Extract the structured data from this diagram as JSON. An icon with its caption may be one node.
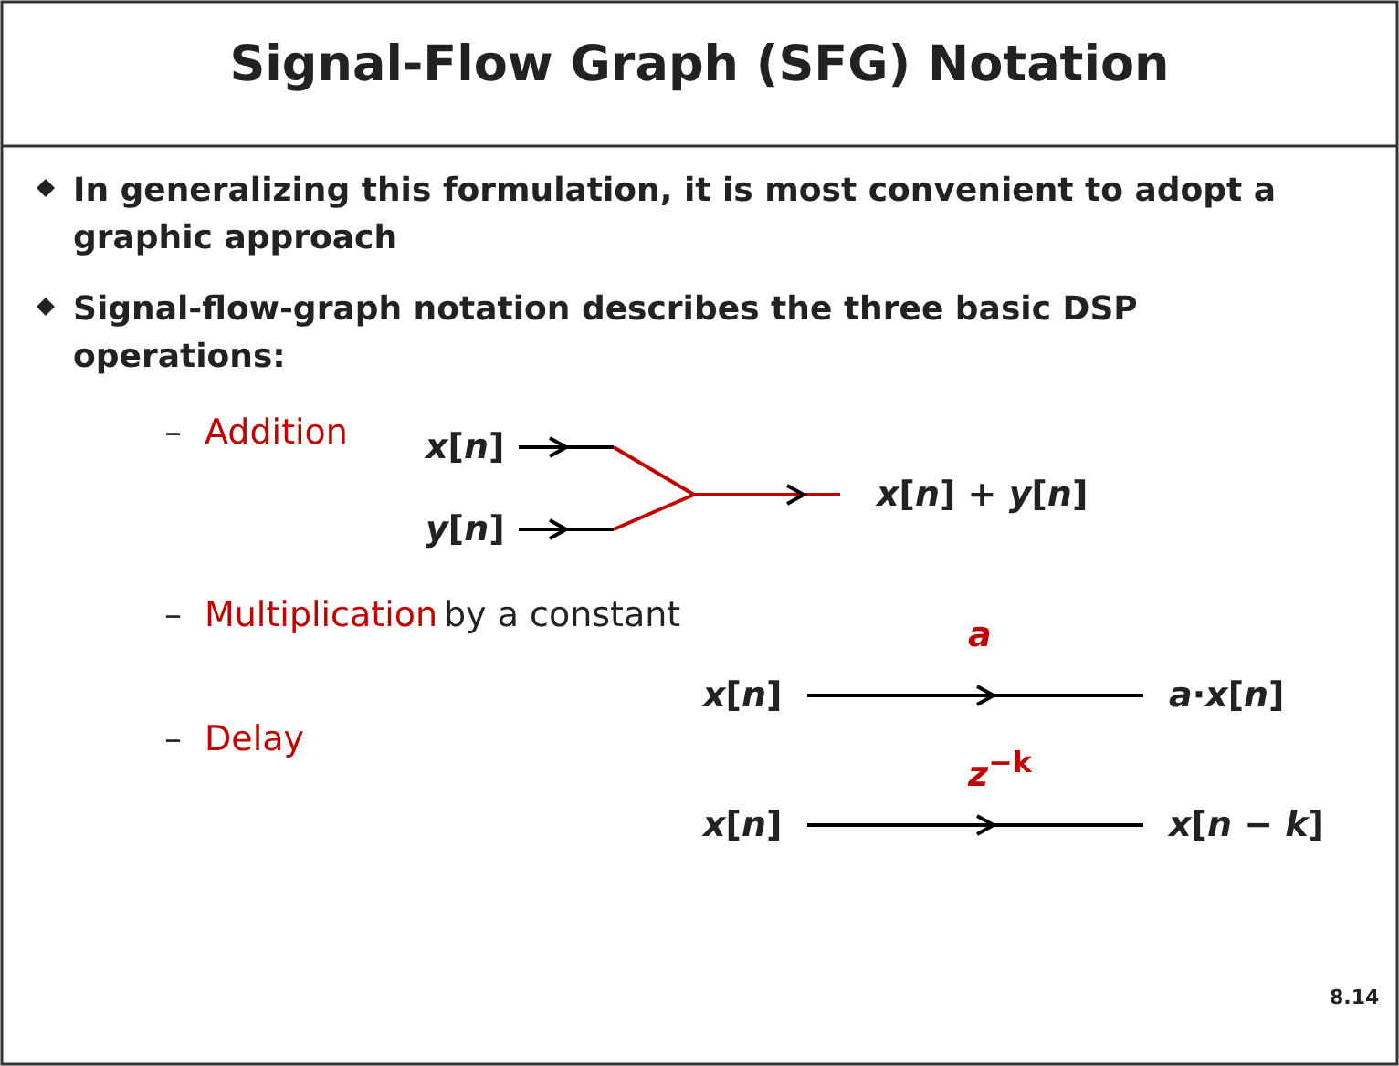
{
  "diagram": {
    "title": "Signal-Flow Graph (SFG) Notation",
    "nodes": [
      {
        "text": [
          "*x*[*n*]"
        ]
      },
      {
        "text": [
          "*y*[*n*]"
        ]
      },
      {
        "text": [
          "*x*[*n*] + *y*[*n*]"
        ]
      },
      {
        "text": [
          "*x*[*n*]"
        ]
      },
      {
        "text": [
          "*a*·*x*[*n*]"
        ]
      },
      {
        "text": [
          "*x*[*n*]"
        ]
      },
      {
        "text": [
          "*x*[*n* − *k*]"
        ]
      }
    ],
    "edges": [
      {
        "from": 0,
        "to": 2,
        "arrow": "to",
        "color": "#c00000"
      },
      {
        "from": 1,
        "to": 2,
        "arrow": "to",
        "color": "#c00000"
      },
      {
        "from": 3,
        "to": 4,
        "arrow": "to",
        "label": "*a*",
        "color": "#000000"
      },
      {
        "from": 5,
        "to": 6,
        "arrow": "to",
        "label": "*z*$^{−k}$",
        "color": "#000000"
      }
    ],
    "labels": [
      "In generalizing this formulation, it is most convenient to adopt a graphic approach",
      "Signal-flow-graph notation describes the three basic DSP operations:",
      "–",
      "Addition",
      "–",
      "Multiplication",
      "by a constant",
      "–",
      "Delay",
      "8.14"
    ]
  }
}
